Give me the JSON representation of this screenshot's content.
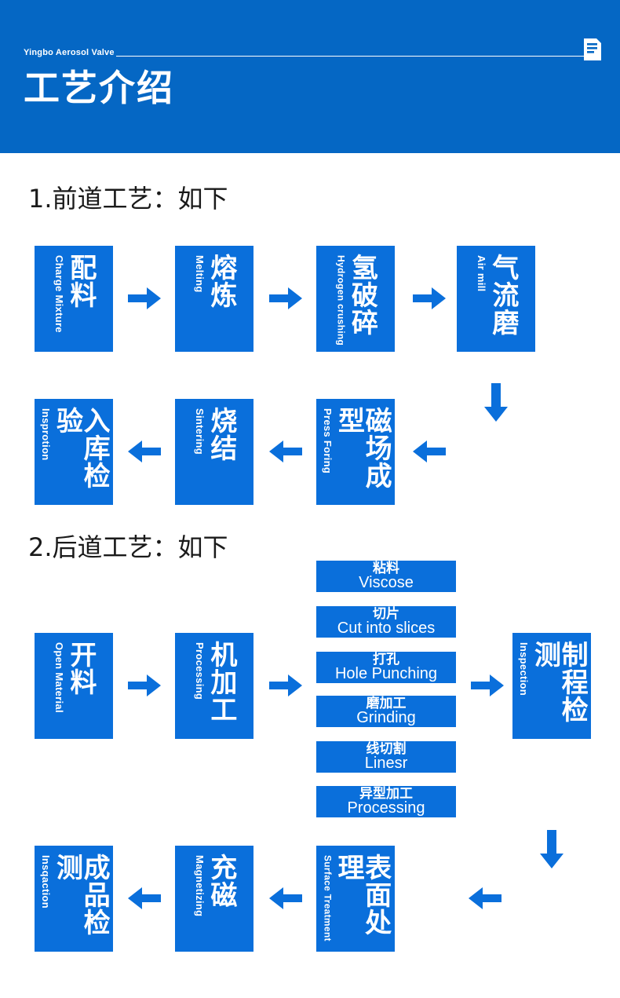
{
  "header": {
    "brand": "Yingbo Aerosol Valve",
    "title": "工艺介绍",
    "icon": "document-icon",
    "bg_color": "#0567c4"
  },
  "theme": {
    "box_color": "#0a6fdb",
    "arrow_color": "#0a6fdb",
    "text_color": "#ffffff",
    "heading_color": "#1a1a1a"
  },
  "sections": [
    {
      "heading": "1.前道工艺：如下",
      "row1": [
        {
          "cn": "配料",
          "en": "Charge Mixture"
        },
        {
          "cn": "熔炼",
          "en": "Melting"
        },
        {
          "cn": "氢破碎",
          "en": "Hydrogen crushing"
        },
        {
          "cn": "气流磨",
          "en": "Air mill"
        }
      ],
      "row2": [
        {
          "cn": "入库检验",
          "en": "Insprotion"
        },
        {
          "cn": "烧结",
          "en": "Sintering"
        },
        {
          "cn": "磁场成型",
          "en": "Press Foring"
        }
      ]
    },
    {
      "heading": "2.后道工艺：如下",
      "row1_left": [
        {
          "cn": "开料",
          "en": "Open Material"
        },
        {
          "cn": "机加工",
          "en": "Processing"
        }
      ],
      "middle_stack": [
        {
          "cn": "粘料",
          "en": "Viscose"
        },
        {
          "cn": "切片",
          "en": "Cut into slices"
        },
        {
          "cn": "打孔",
          "en": "Hole Punching"
        },
        {
          "cn": "磨加工",
          "en": "Grinding"
        },
        {
          "cn": "线切割",
          "en": "Linesr"
        },
        {
          "cn": "异型加工",
          "en": "Processing"
        }
      ],
      "row1_right": [
        {
          "cn": "制程检测",
          "en": "Inspection"
        }
      ],
      "row2": [
        {
          "cn": "成品检测",
          "en": "Insqaction"
        },
        {
          "cn": "充磁",
          "en": "Magnetizing"
        },
        {
          "cn": "表面处理",
          "en": "Surface Treatment"
        }
      ]
    }
  ]
}
